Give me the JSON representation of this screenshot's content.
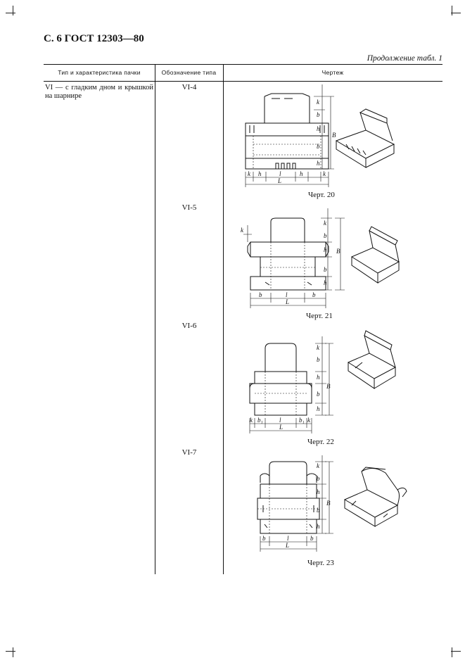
{
  "header": {
    "title": "С. 6 ГОСТ 12303—80"
  },
  "continuation": "Продолжение табл. 1",
  "table": {
    "columns": [
      "Тип и характеристика пачки",
      "Обозначение типа",
      "Чертеж"
    ],
    "type_description": "VI — с гладким дном и крышкой на шарнире",
    "rows": [
      {
        "code": "VI-4",
        "caption": "Черт. 20"
      },
      {
        "code": "VI-5",
        "caption": "Черт. 21"
      },
      {
        "code": "VI-6",
        "caption": "Черт. 22"
      },
      {
        "code": "VI-7",
        "caption": "Черт. 23"
      }
    ]
  },
  "drawing_labels": {
    "k": "k",
    "h": "h",
    "b": "b",
    "B": "B",
    "L": "L",
    "l": "l",
    "b1": "b₁"
  }
}
